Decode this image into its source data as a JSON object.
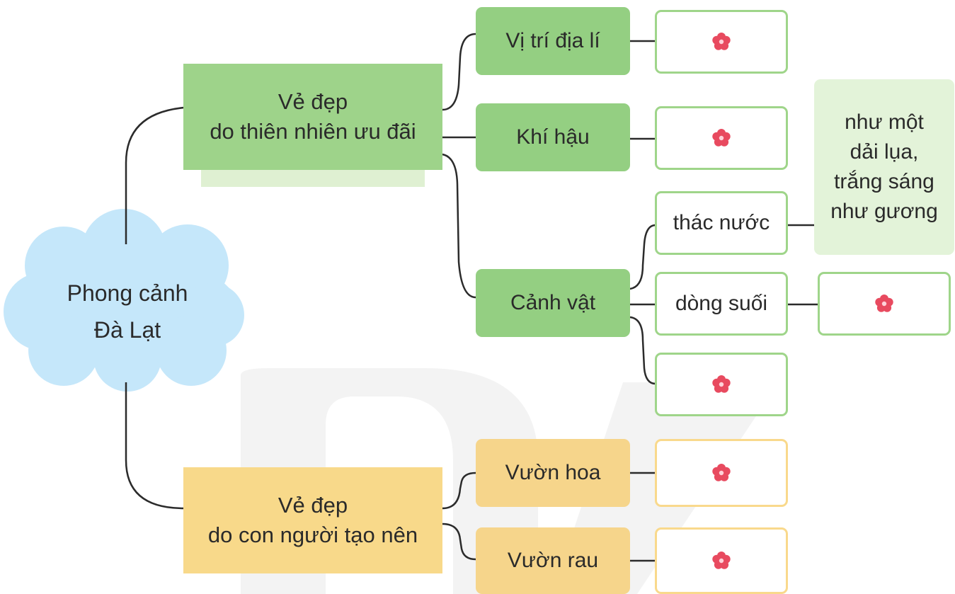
{
  "root": {
    "label": "Phong cảnh\nĐà Lạt"
  },
  "branches": {
    "nature": {
      "label": "Vẻ đẹp\ndo thiên nhiên ưu đãi",
      "items": {
        "location": {
          "label": "Vị trí địa lí"
        },
        "climate": {
          "label": "Khí hậu"
        },
        "scenery": {
          "label": "Cảnh vật",
          "children": {
            "waterfall": {
              "label": "thác nước",
              "note": "như một\ndải lụa,\ntrắng sáng\nnhư gương"
            },
            "stream": {
              "label": "dòng suối"
            }
          }
        }
      }
    },
    "human": {
      "label": "Vẻ đẹp\ndo con người tạo nên",
      "items": {
        "flower_garden": {
          "label": "Vườn hoa"
        },
        "vegetable_garden": {
          "label": "Vườn rau"
        }
      }
    }
  },
  "colors": {
    "green_main": "#9ed38a",
    "green_sub": "#94cf82",
    "yellow_main": "#f8d98a",
    "cloud": "#c5e7fa",
    "flower": "#e84a5f"
  },
  "placeholder_icon": "flower-icon"
}
